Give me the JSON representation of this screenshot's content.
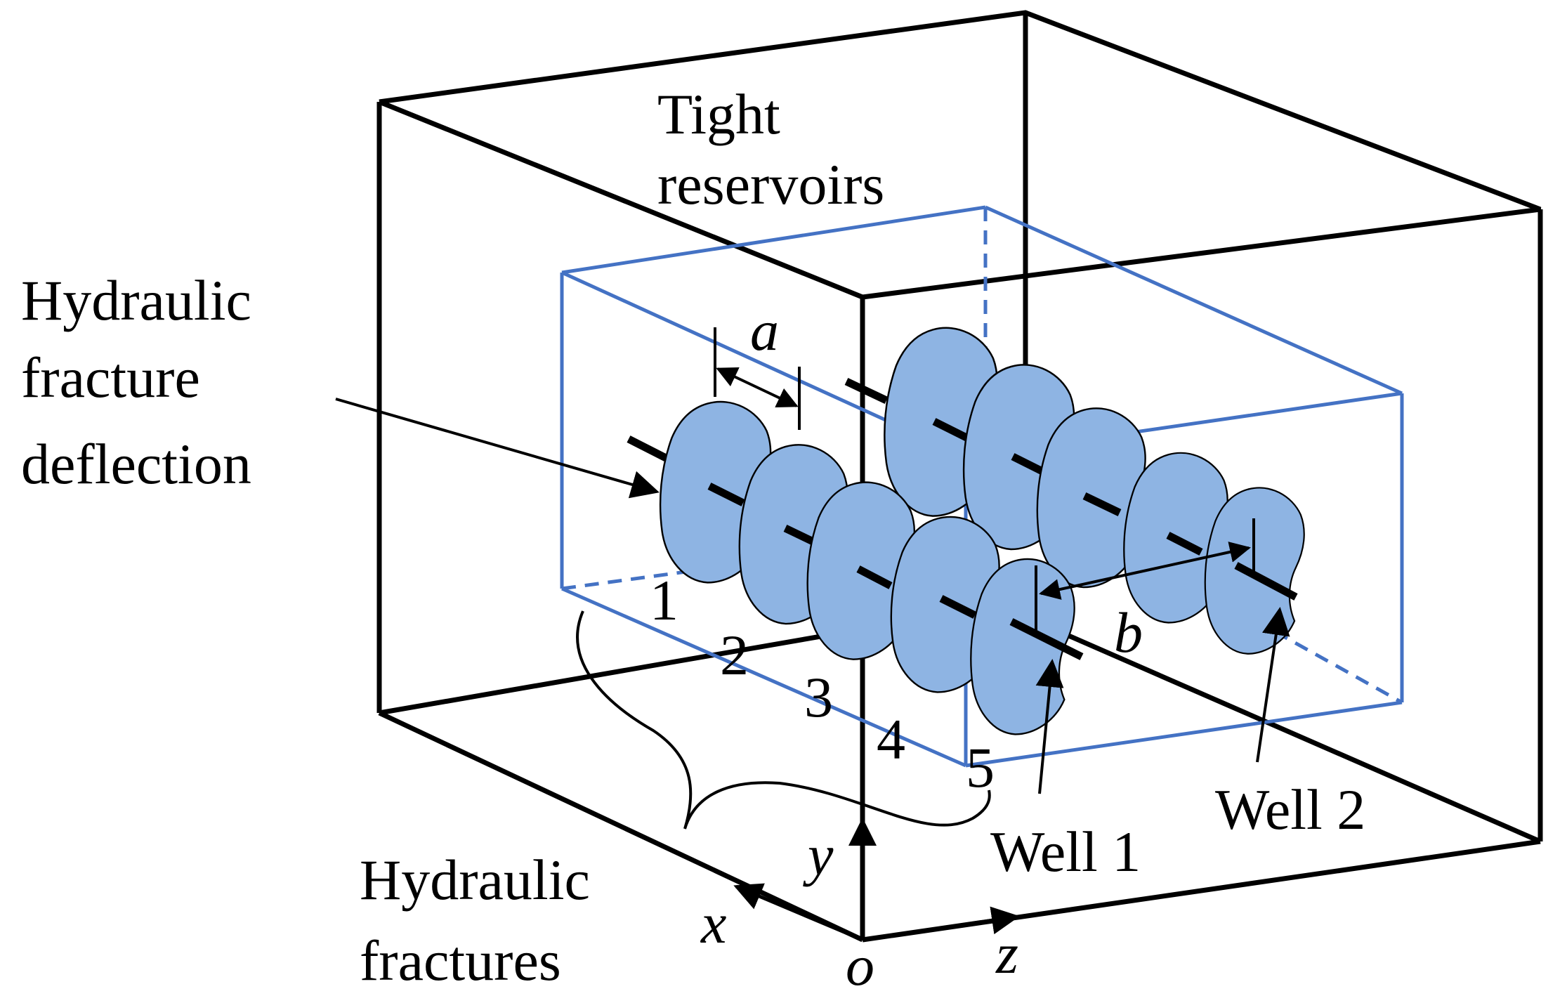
{
  "labels": {
    "tight_reservoirs": [
      "Tight",
      "reservoirs"
    ],
    "deflection": [
      "Hydraulic",
      "fracture",
      "deflection"
    ],
    "hydraulic_fractures": [
      "Hydraulic",
      "fractures"
    ],
    "well1": "Well 1",
    "well2": "Well 2",
    "spacing_a": "a",
    "spacing_b": "b",
    "fracture_numbers": [
      "1",
      "2",
      "3",
      "4",
      "5"
    ]
  },
  "axes": {
    "x": "x",
    "y": "y",
    "z": "z",
    "origin": "o"
  },
  "colors": {
    "outer_box": "#000000",
    "inner_box": "#4472c4",
    "fracture_fill": "#8eb4e3",
    "fracture_stroke": "#000000",
    "wellbore": "#000000"
  }
}
